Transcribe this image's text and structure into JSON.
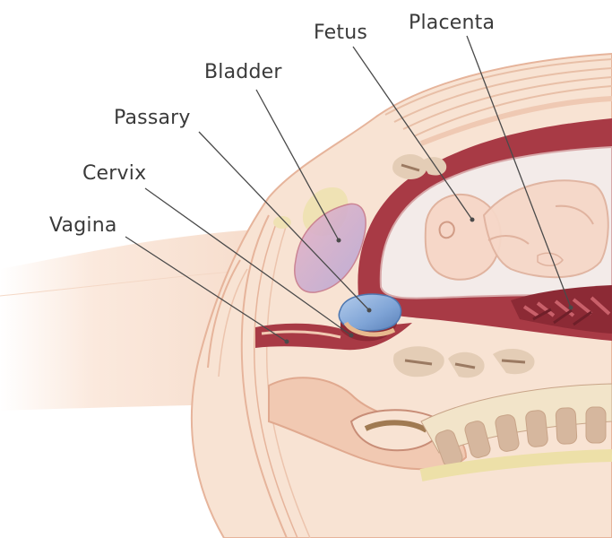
{
  "labels": {
    "fetus": "Fetus",
    "placenta": "Placenta",
    "bladder": "Bladder",
    "passary": "Passary",
    "cervix": "Cervix",
    "vagina": "Vagina"
  },
  "colors": {
    "skin_light": "#f8e3d3",
    "skin_mid": "#f1c9b2",
    "tissue_outline": "#e6b49b",
    "uterus_wall": "#a83a45",
    "uterus_dark": "#8c2a35",
    "amniotic": "#f3ebe9",
    "fetus_skin": "#f6d7c8",
    "bone": "#d6b79e",
    "bone_hole": "#9b7a62",
    "bladder": "#d8a7c6",
    "passary": "#8fb3dc",
    "passary_dark": "#5e86bd",
    "yellow_tissue": "#ede0a8",
    "label_text": "#3a3a3a",
    "leader_line": "#4a4a4a"
  }
}
